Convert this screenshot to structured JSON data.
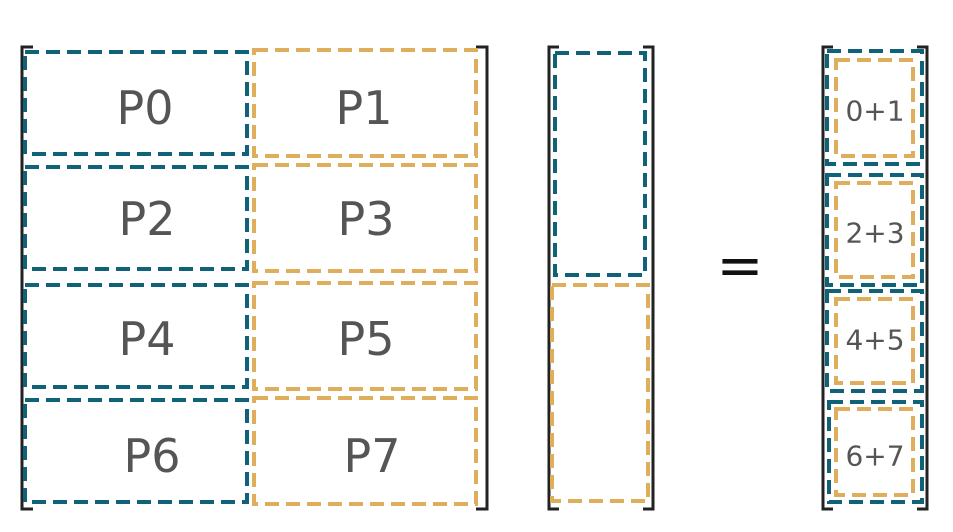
{
  "colors": {
    "teal": "#0f6278",
    "gold": "#dfae5c",
    "text": "#555555",
    "bracket": "#222222"
  },
  "matrix": {
    "blocks": [
      {
        "label": "P0",
        "color": "teal"
      },
      {
        "label": "P1",
        "color": "gold"
      },
      {
        "label": "P2",
        "color": "teal"
      },
      {
        "label": "P3",
        "color": "gold"
      },
      {
        "label": "P4",
        "color": "teal"
      },
      {
        "label": "P5",
        "color": "gold"
      },
      {
        "label": "P6",
        "color": "teal"
      },
      {
        "label": "P7",
        "color": "gold"
      }
    ]
  },
  "vector": {
    "segments": [
      {
        "color": "teal"
      },
      {
        "color": "gold"
      }
    ]
  },
  "equals": "=",
  "result": {
    "entries": [
      {
        "label": "0+1"
      },
      {
        "label": "2+3"
      },
      {
        "label": "4+5"
      },
      {
        "label": "6+7"
      }
    ]
  }
}
